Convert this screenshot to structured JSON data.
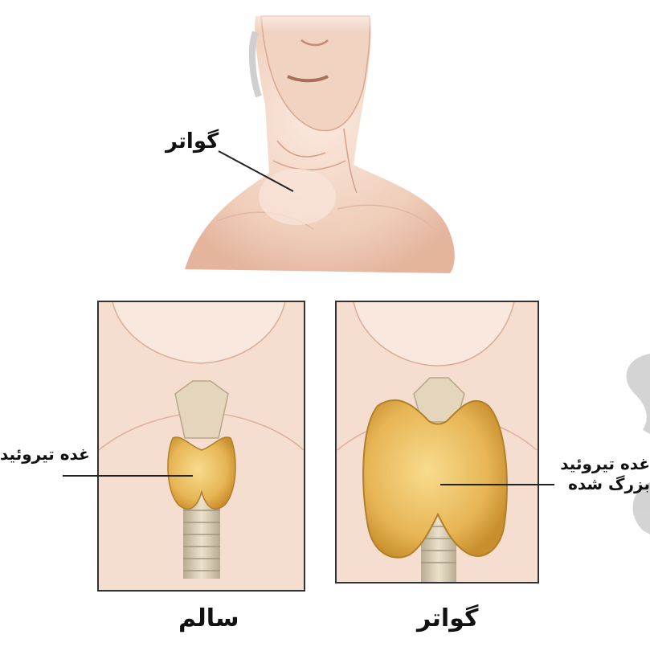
{
  "labels": {
    "top_goiter": "گواتر",
    "healthy_gland": "غده تیروئید",
    "enlarged_gland": "غده تیروئید\nبزرگ شده"
  },
  "captions": {
    "healthy": "سالم",
    "goiter": "گواتر"
  },
  "colors": {
    "skin": "#f3d7c6",
    "skin_shadow": "#d9a58e",
    "thyroid": "#e8b85a",
    "trachea": "#d9ccb2",
    "panel_border": "#333333"
  }
}
